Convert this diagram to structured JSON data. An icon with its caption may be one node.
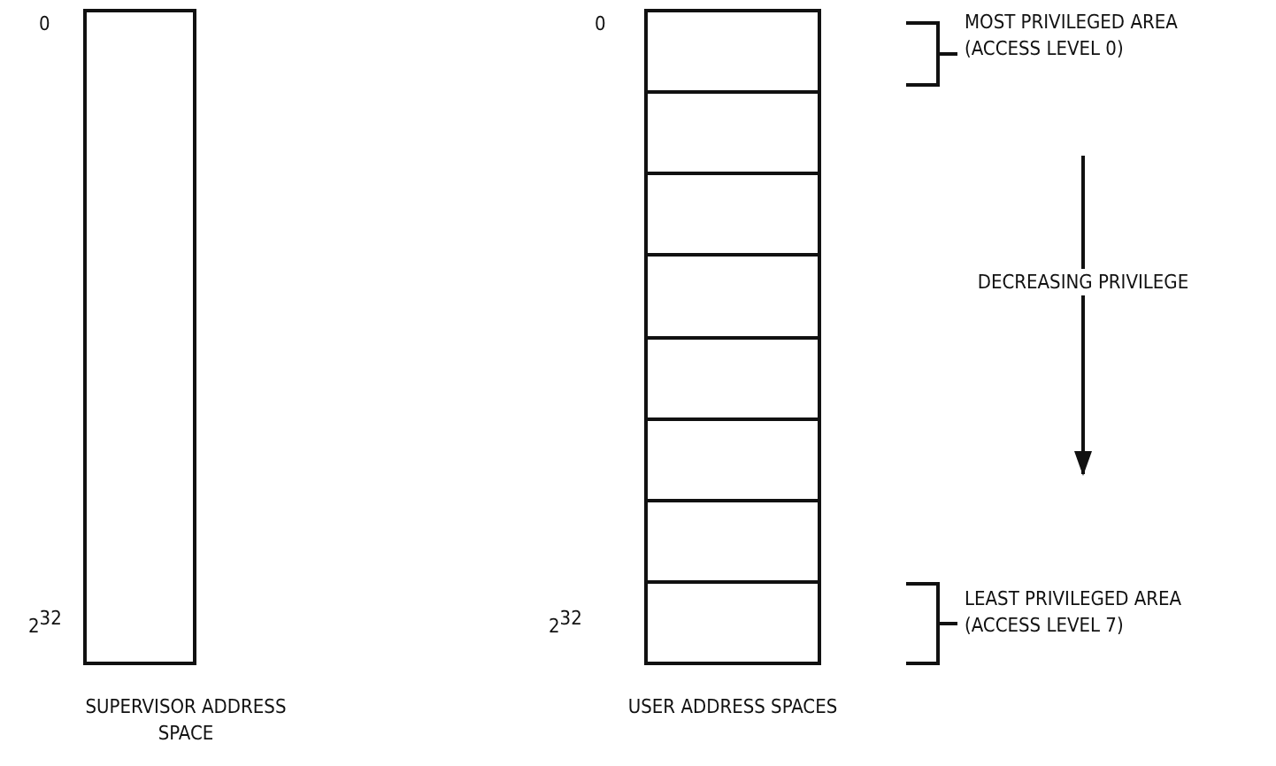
{
  "diagram": {
    "nodes": [
      {
        "text": [],
        "shape": "box",
        "beside": [
          "SUPERVISOR ADDRESS SPACE"
        ]
      },
      {
        "text": [],
        "shape": "box",
        "beside": [
          "USER ADDRESS SPACES"
        ]
      },
      {
        "text": [],
        "shape": "box",
        "in": 1
      },
      {
        "text": [],
        "shape": "box",
        "in": 1
      },
      {
        "text": [],
        "shape": "box",
        "in": 1
      },
      {
        "text": [],
        "shape": "box",
        "in": 1
      },
      {
        "text": [],
        "shape": "box",
        "in": 1
      },
      {
        "text": [],
        "shape": "box",
        "in": 1
      },
      {
        "text": [],
        "shape": "box",
        "in": 1
      },
      {
        "text": [],
        "shape": "box",
        "in": 1
      }
    ],
    "edges": [],
    "labels": [
      "0",
      "2$^{32}$",
      "0",
      "MOST PRIVILEGED AREA (ACCESS LEVEL 0)",
      "DECREASING PRIVILEGE",
      "2$^{32}$",
      "LEAST PRIVILEGED AREA (ACCESS LEVEL 7)"
    ]
  }
}
